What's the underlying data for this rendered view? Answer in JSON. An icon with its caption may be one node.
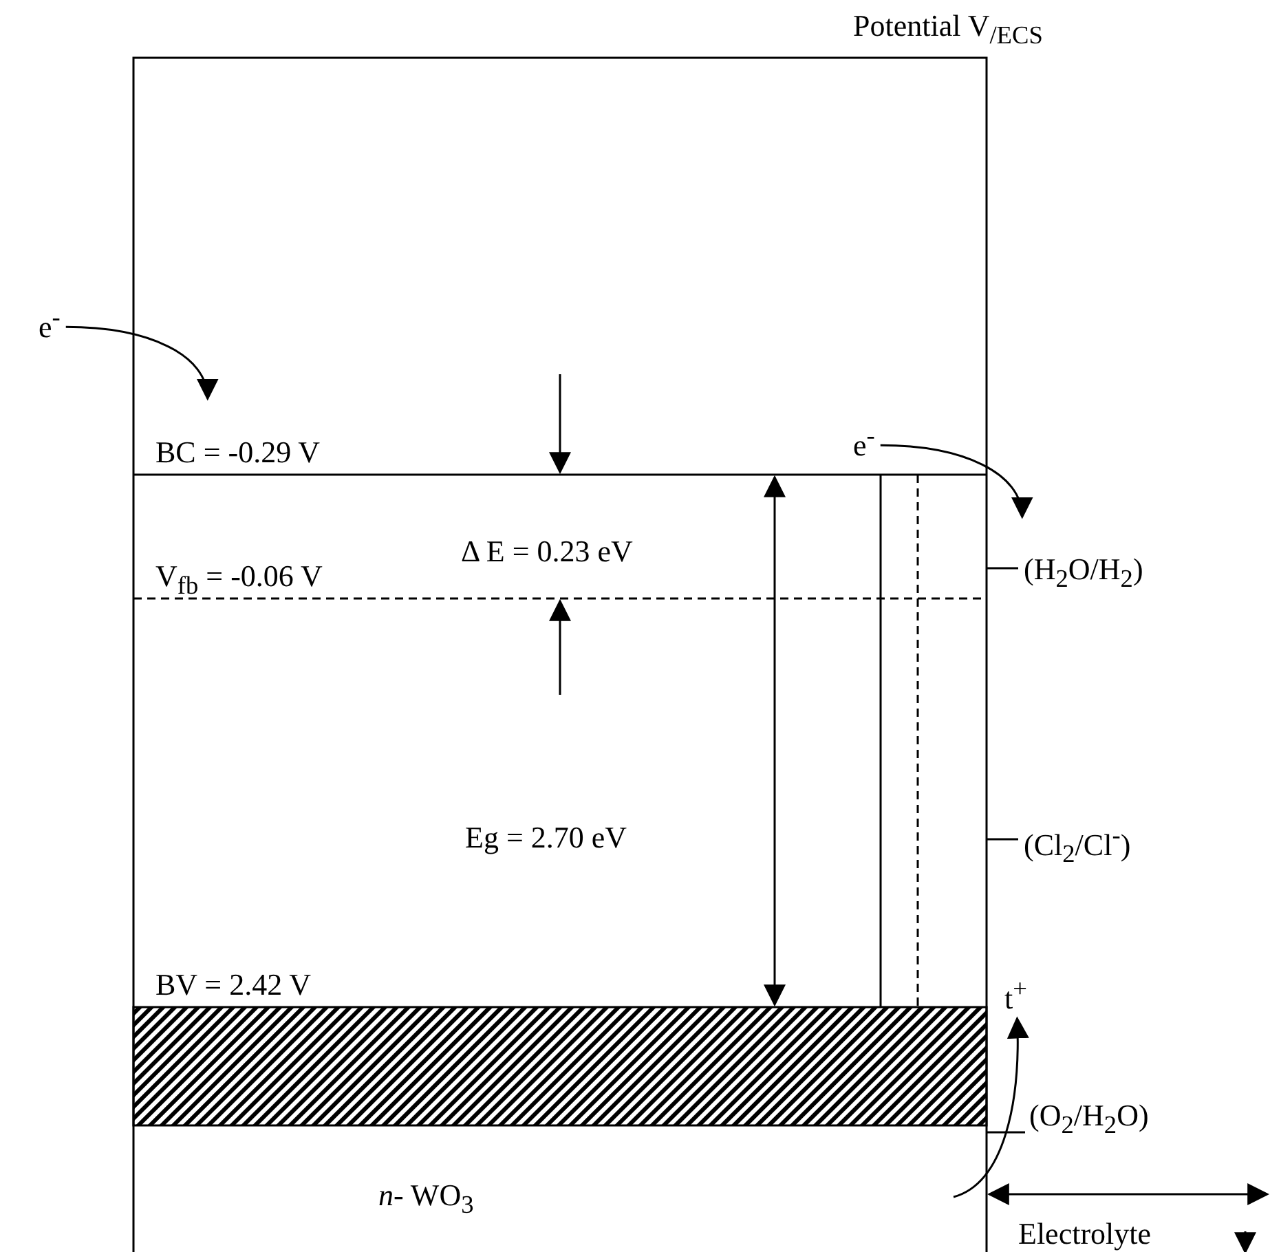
{
  "diagram": {
    "nodes": [
      {
        "text": [
          "e$^{-}$"
        ]
      },
      {
        "text": [
          "e$^{-}$"
        ]
      },
      {
        "text": [
          "t$^{+}$"
        ]
      }
    ],
    "edges": [
      {
        "from": 0,
        "to": null,
        "arrow": "to"
      },
      {
        "from": 1,
        "to": null,
        "arrow": "to"
      },
      {
        "from": null,
        "to": 2,
        "arrow": "to"
      }
    ],
    "labels": [
      "Potential V$_{/ECS}$",
      "BC = -0.29 V",
      "V$_{fb}$ = -0.06 V",
      "Δ E = 0.23 eV",
      "(H$_{2}$O/H$_{2}$)",
      "Eg = 2.70 eV",
      "(Cl$_{2}$/Cl$^{-}$)",
      "BV = 2.42 V",
      "(O$_{2}$/H$_{2}$O)",
      "*n*- WO$_{3}$",
      "Electrolyte"
    ]
  }
}
